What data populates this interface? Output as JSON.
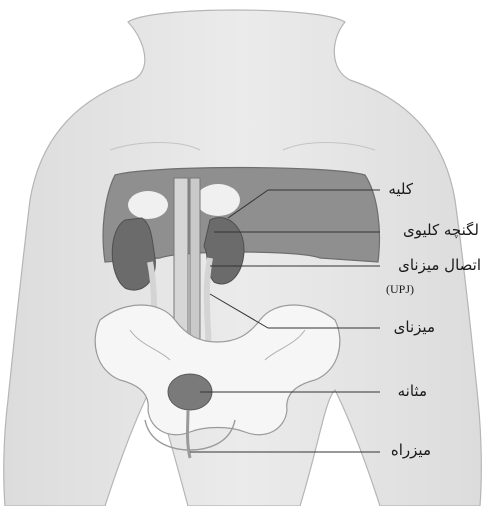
{
  "labels": {
    "kidney": "کلیه",
    "renal_pelvis": "لگنچه کلیوی",
    "upj": "اتصال میزنای",
    "upj_abbr": "(UPJ)",
    "ureter": "میزنای",
    "bladder": "مثانه",
    "urethra": "میزراه"
  },
  "colors": {
    "skin": "#e6e6e6",
    "outline": "#9a9a9a",
    "cavity": "#8a8a8a",
    "kidney": "#6a6a6a",
    "bone": "#f4f4f4",
    "vessel": "#c8c8c8",
    "leader": "#333333"
  }
}
